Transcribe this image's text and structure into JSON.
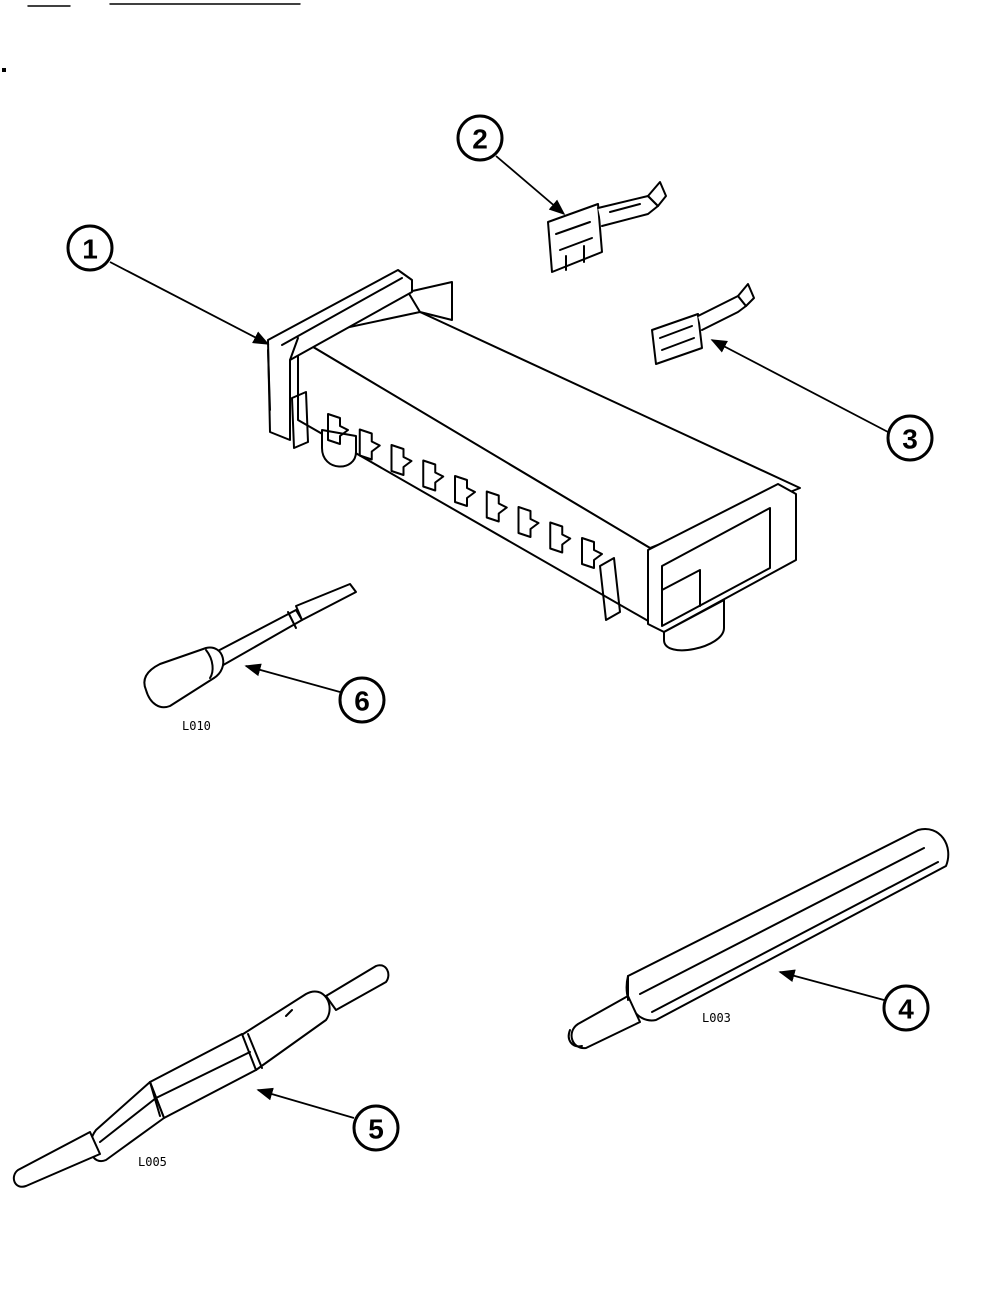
{
  "callouts": [
    {
      "id": "1",
      "label": "1"
    },
    {
      "id": "2",
      "label": "2"
    },
    {
      "id": "3",
      "label": "3"
    },
    {
      "id": "4",
      "label": "4"
    },
    {
      "id": "5",
      "label": "5"
    },
    {
      "id": "6",
      "label": "6"
    }
  ],
  "part_codes": {
    "tool_6": "L010",
    "tool_4": "L003",
    "tool_5": "L005"
  }
}
